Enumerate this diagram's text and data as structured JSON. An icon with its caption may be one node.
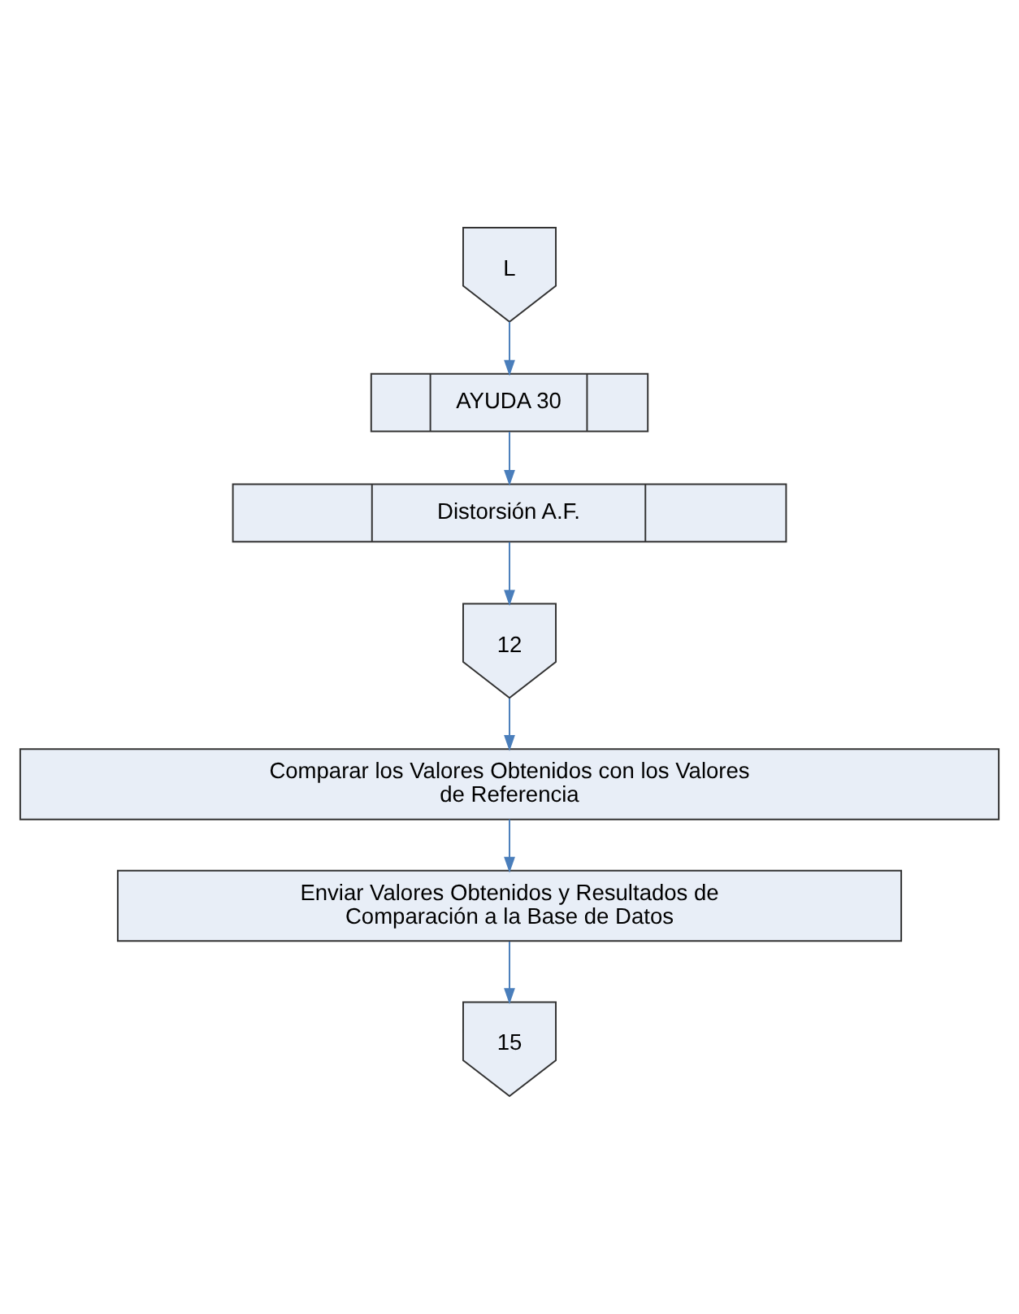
{
  "diagram": {
    "nodes": [
      {
        "text": [
          "L"
        ]
      },
      {
        "text": [
          "AYUDA 30"
        ]
      },
      {
        "text": [
          "Distorsión A.F."
        ]
      },
      {
        "text": [
          "12"
        ]
      },
      {
        "text": [
          "Comparar los Valores Obtenidos con los Valores de Referencia"
        ]
      },
      {
        "text": [
          "Enviar Valores Obtenidos y Resultados de Comparación a la Base de Datos"
        ]
      },
      {
        "text": [
          "15"
        ]
      }
    ],
    "edges": [
      {
        "from": 0,
        "to": 1,
        "arrow": "to"
      },
      {
        "from": 1,
        "to": 2,
        "arrow": "to"
      },
      {
        "from": 2,
        "to": 3,
        "arrow": "to"
      },
      {
        "from": 3,
        "to": 4,
        "arrow": "to"
      },
      {
        "from": 4,
        "to": 5,
        "arrow": "to"
      },
      {
        "from": 5,
        "to": 6,
        "arrow": "to"
      }
    ]
  }
}
